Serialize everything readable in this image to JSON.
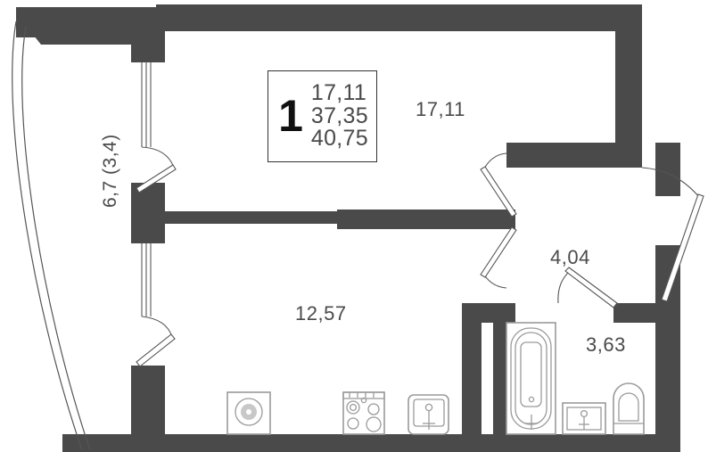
{
  "plan": {
    "type": "apartment-floor-plan",
    "wall_color": "#4a4a4a",
    "fixture_color": "#9a9a9a",
    "text_color": "#4a4a4a",
    "background_color": "#ffffff"
  },
  "info_box": {
    "rooms_count": "1",
    "area_living": "17,11",
    "area_total": "37,35",
    "area_with_balcony": "40,75"
  },
  "rooms": [
    {
      "name": "living-room",
      "label": "17,11"
    },
    {
      "name": "kitchen",
      "label": "12,57"
    },
    {
      "name": "hallway",
      "label": "4,04"
    },
    {
      "name": "bathroom",
      "label": "3,63"
    },
    {
      "name": "balcony",
      "label": "6,7 (3,4)"
    }
  ],
  "labels": {
    "living_room": "17,11",
    "kitchen": "12,57",
    "hallway": "4,04",
    "bathroom": "3,63",
    "balcony": "6,7 (3,4)"
  },
  "fixtures": [
    {
      "name": "washing-machine",
      "icon": "washer-icon"
    },
    {
      "name": "cooking-stove",
      "icon": "stove-icon"
    },
    {
      "name": "kitchen-sink",
      "icon": "sink-icon"
    },
    {
      "name": "bathtub",
      "icon": "bathtub-icon"
    },
    {
      "name": "wash-basin",
      "icon": "basin-icon"
    },
    {
      "name": "toilet",
      "icon": "toilet-icon"
    }
  ],
  "doors": [
    {
      "name": "entrance-door",
      "swing": "outward"
    },
    {
      "name": "hallway-to-living-door",
      "swing": "inward"
    },
    {
      "name": "hallway-to-kitchen-door",
      "swing": "inward"
    },
    {
      "name": "bathroom-door",
      "swing": "inward"
    },
    {
      "name": "balcony-door-upper",
      "swing": "inward"
    },
    {
      "name": "balcony-door-lower",
      "swing": "inward"
    }
  ]
}
